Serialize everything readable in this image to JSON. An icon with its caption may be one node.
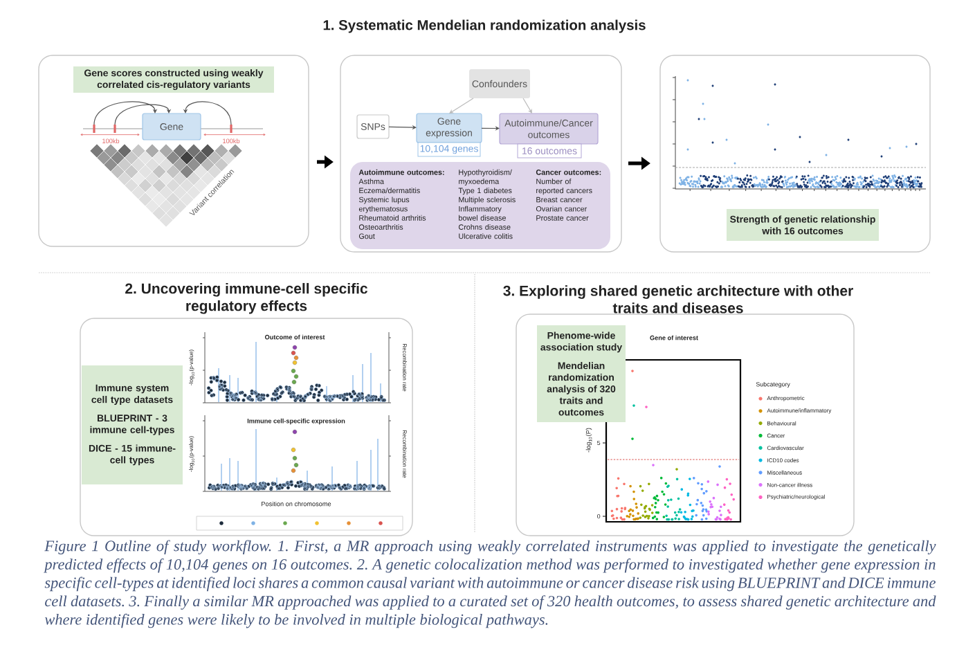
{
  "diagram": {
    "caption": "Figure 1 Outline of study workflow. 1. First, a MR approach using weakly correlated instruments was applied to investigate the genetically predicted effects of 10,104 genes on 16 outcomes. 2. A genetic colocalization method was performed to investigated whether gene expression in specific cell-types at identified loci shares a common causal variant with autoimmune or cancer disease risk using BLUEPRINT and DICE immune cell datasets. 3. Finally a similar MR approached was applied to a curated set of 320 health outcomes, to assess shared genetic architecture and where identified genes were likely to be involved in multiple biological pathways.",
    "nodes": [
      {
        "text": [],
        "shape": "box"
      },
      {
        "text": [
          "Gene scores constructed using weakly correlated cis-regulatory variants"
        ],
        "in": 0
      },
      {
        "text": [
          "Gene"
        ],
        "in": 0
      },
      {
        "text": [],
        "shape": "bar",
        "in": 0
      },
      {
        "text": [],
        "shape": "bar",
        "in": 0
      },
      {
        "text": [],
        "shape": "bar",
        "in": 0
      },
      {
        "text": [],
        "shape": "box"
      },
      {
        "text": [
          "Confounders"
        ],
        "in": 6
      },
      {
        "text": [
          "SNPs"
        ],
        "in": 6
      },
      {
        "text": [
          "Gene expression"
        ],
        "in": 6
      },
      {
        "text": [
          "10,104 genes"
        ],
        "in": 6
      },
      {
        "text": [
          "Autoimmune/Cancer outcomes"
        ],
        "in": 6
      },
      {
        "text": [
          "16 outcomes"
        ],
        "in": 6
      },
      {
        "text": [
          "Autoimmune outcomes:",
          "Asthma",
          "Eczema/dermatitis",
          "Systemic lupus erythematosus",
          "Rheumatoid arthritis",
          "Osteoarthritis",
          "Gout",
          "Hypothyroidism/ myxoedema",
          "Type 1 diabetes",
          "Multiple sclerosis",
          "Inflammatory bowel disease",
          "Crohns disease",
          "Ulcerative colitis",
          "Cancer outcomes:",
          "Number of reported cancers",
          "Breast cancer",
          "Ovarian cancer",
          "Prostate cancer"
        ],
        "in": 6
      },
      {
        "text": [],
        "shape": "box"
      },
      {
        "text": [
          "Strength of genetic relationship with 16 outcomes"
        ],
        "in": 14
      },
      {
        "text": [
          "2. Uncovering immune-cell specific regulatory effects"
        ]
      },
      {
        "text": [
          "Immune system cell type datasets",
          "BLUEPRINT - 3 immune cell-types",
          "DICE - 15 immune-cell types"
        ],
        "in": 16
      },
      {
        "text": [
          "3. Exploring shared genetic architecture with other traits and diseases"
        ]
      },
      {
        "text": [
          "Phenome-wide association study",
          "Mendelian randomization analysis of 320 traits and outcomes"
        ],
        "in": 18
      }
    ],
    "edges": [
      {
        "from": 3,
        "to": 2,
        "arrow": "to"
      },
      {
        "from": 4,
        "to": 2,
        "arrow": "to"
      },
      {
        "from": 5,
        "to": 2,
        "arrow": "to"
      },
      {
        "from": 0,
        "to": 6,
        "arrow": "to",
        "style": "thick",
        "color": "#000000"
      },
      {
        "from": 8,
        "to": 9,
        "arrow": "to"
      },
      {
        "from": 9,
        "to": 11,
        "arrow": "to"
      },
      {
        "from": 7,
        "to": 9,
        "arrow": "to",
        "color": "#bbbbbb"
      },
      {
        "from": 7,
        "to": 11,
        "arrow": "to",
        "color": "#bbbbbb"
      },
      {
        "from": 6,
        "to": 14,
        "arrow": "to",
        "style": "thick",
        "color": "#000000"
      }
    ],
    "labels": [
      "1. Systematic Mendelian randomization analysis",
      "100kb",
      "100kb",
      "Variant correlation",
      "Outcome of interest",
      "-log$_{10}$(p-value)",
      "Recombination rate",
      "Immune cell-specific expression",
      "-log$_{10}$(p-value)",
      "Recombination rate",
      "Position on chromosome",
      "Gene of interest",
      "-log$_{10}$(P)",
      "5",
      "0",
      "Subcategory"
    ],
    "legend": [
      {
        "text": "Anthropometric",
        "color": "#f8766d"
      },
      {
        "text": "Autoimmune/inflammatory",
        "color": "#d39200"
      },
      {
        "text": "Behavioural",
        "color": "#93aa00"
      },
      {
        "text": "Cancer",
        "color": "#00ba38"
      },
      {
        "text": "Cardiovascular",
        "color": "#00c19f"
      },
      {
        "text": "ICD10 codes",
        "color": "#00b9e3"
      },
      {
        "text": "Miscellaneous",
        "color": "#619cff"
      },
      {
        "text": "Non-cancer illness",
        "color": "#db72fb"
      },
      {
        "text": "Psychiatric/neurological",
        "color": "#ff61c3"
      }
    ]
  }
}
